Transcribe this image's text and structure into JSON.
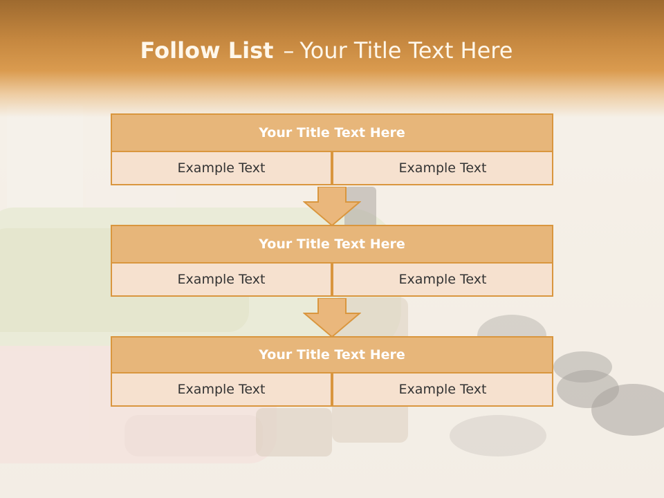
{
  "header": {
    "title_bold": "Follow List",
    "title_separator": "–",
    "title_rest": "Your Title Text Here"
  },
  "blocks": [
    {
      "title": "Your Title Text Here",
      "cells": [
        "Example Text",
        "Example Text"
      ]
    },
    {
      "title": "Your Title Text Here",
      "cells": [
        "Example Text",
        "Example Text"
      ]
    },
    {
      "title": "Your Title Text Here",
      "cells": [
        "Example Text",
        "Example Text"
      ]
    }
  ],
  "colors": {
    "header_brown": "#c68840",
    "block_title_fill": "#e7b67a",
    "block_cell_fill": "#f6e1cf",
    "border_orange": "#d9963e",
    "arrow_fill": "#eab77c"
  }
}
